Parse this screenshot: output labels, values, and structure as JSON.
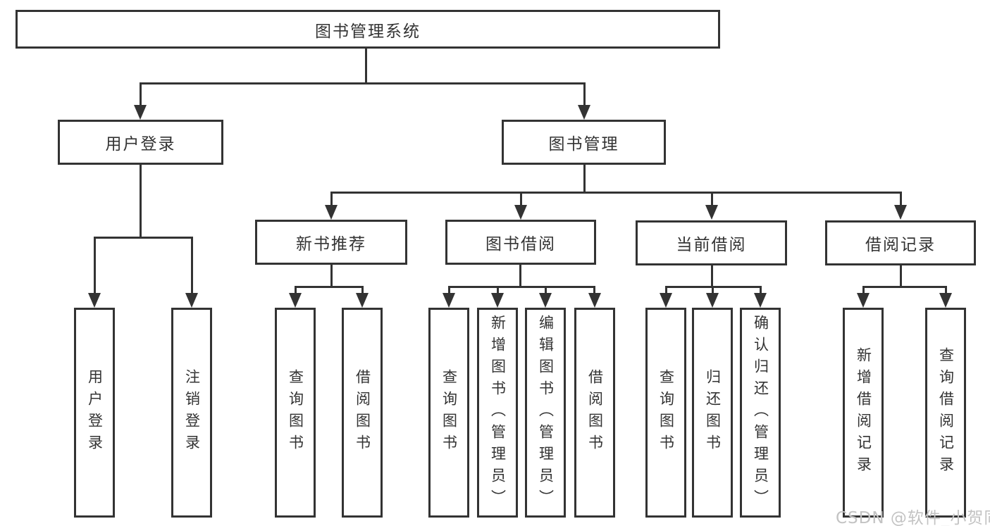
{
  "diagram": {
    "title": "图书管理系统",
    "watermark": "CSDN @软件_小贺同学",
    "colors": {
      "line": "#333333",
      "text": "#333333",
      "watermark": "#c3c3c3",
      "background": "#ffffff"
    },
    "nodes": {
      "root": {
        "label": "图书管理系统"
      },
      "user_login": {
        "label": "用户登录"
      },
      "book_mgmt": {
        "label": "图书管理"
      },
      "new_book_rec": {
        "label": "新书推荐"
      },
      "book_borrow": {
        "label": "图书借阅"
      },
      "current_borrow": {
        "label": "当前借阅"
      },
      "borrow_records": {
        "label": "借阅记录"
      },
      "leaf_user_login": {
        "label": "用户登录"
      },
      "leaf_logout": {
        "label": "注销登录"
      },
      "leaf_query_book_1": {
        "label": "查询图书"
      },
      "leaf_borrow_book_1": {
        "label": "借阅图书"
      },
      "leaf_query_book_2": {
        "label": "查询图书"
      },
      "leaf_add_book": {
        "label": "新增图书（管理员）"
      },
      "leaf_edit_book": {
        "label": "编辑图书（管理员）"
      },
      "leaf_borrow_book_2": {
        "label": "借阅图书"
      },
      "leaf_query_book_3": {
        "label": "查询图书"
      },
      "leaf_return_book": {
        "label": "归还图书"
      },
      "leaf_confirm_return": {
        "label": "确认归还（管理员）"
      },
      "leaf_add_record": {
        "label": "新增借阅记录"
      },
      "leaf_query_record": {
        "label": "查询借阅记录"
      }
    },
    "hierarchy": {
      "root": [
        "user_login",
        "book_mgmt"
      ],
      "user_login": [
        "leaf_user_login",
        "leaf_logout"
      ],
      "book_mgmt": [
        "new_book_rec",
        "book_borrow",
        "current_borrow",
        "borrow_records"
      ],
      "new_book_rec": [
        "leaf_query_book_1",
        "leaf_borrow_book_1"
      ],
      "book_borrow": [
        "leaf_query_book_2",
        "leaf_add_book",
        "leaf_edit_book",
        "leaf_borrow_book_2"
      ],
      "current_borrow": [
        "leaf_query_book_3",
        "leaf_return_book",
        "leaf_confirm_return"
      ],
      "borrow_records": [
        "leaf_add_record",
        "leaf_query_record"
      ]
    }
  }
}
